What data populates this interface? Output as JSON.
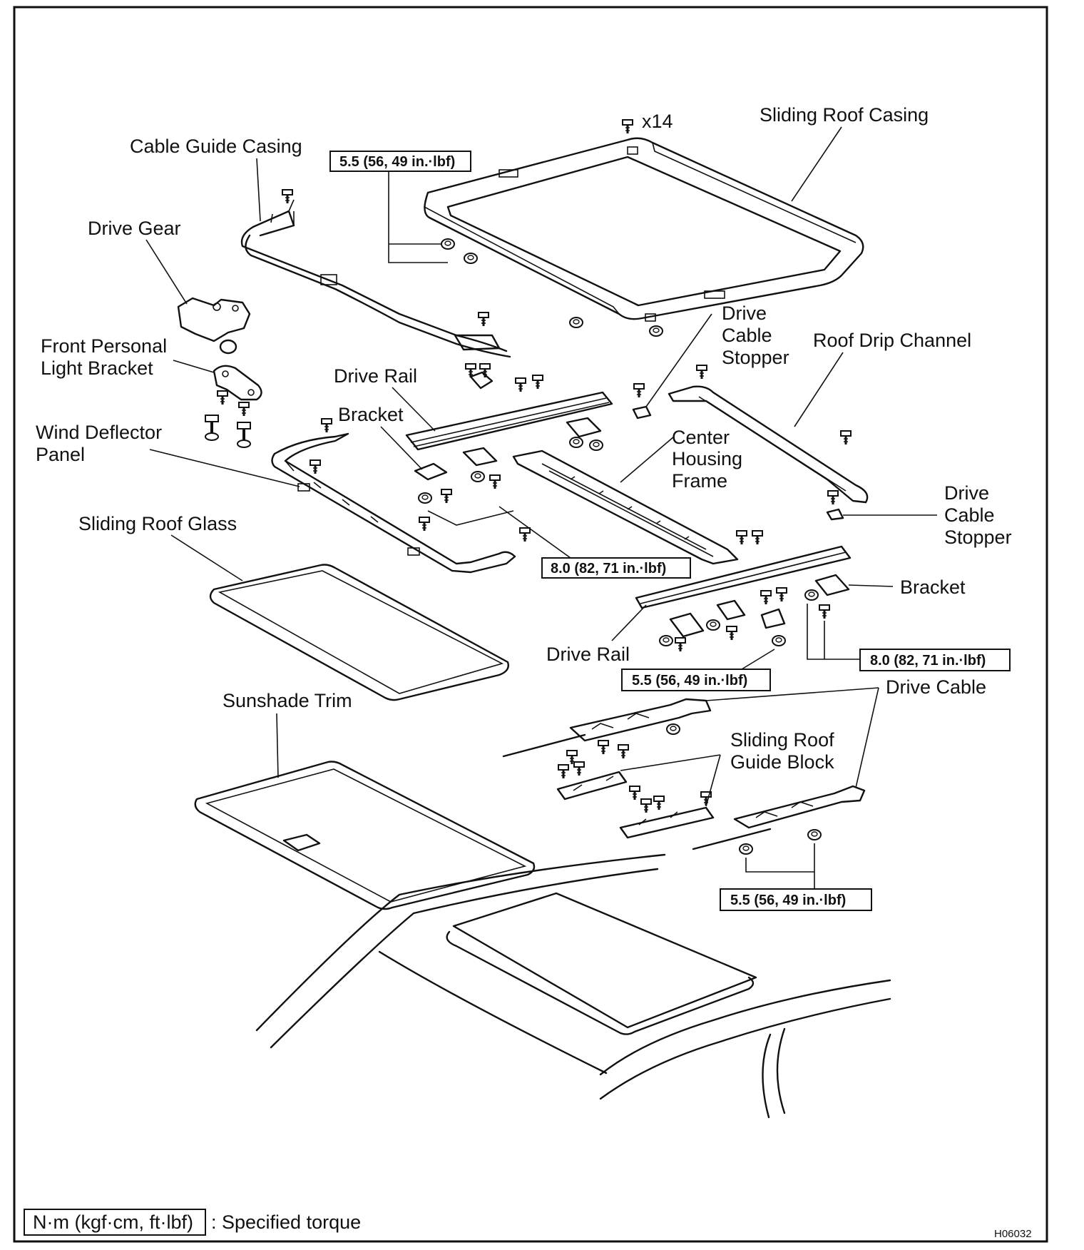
{
  "labels": {
    "cable_guide_casing": "Cable Guide Casing",
    "drive_gear": "Drive Gear",
    "front_personal_light_bracket": [
      "Front Personal",
      "Light Bracket"
    ],
    "wind_deflector_panel": [
      "Wind Deflector",
      "Panel"
    ],
    "sliding_roof_glass": "Sliding Roof Glass",
    "sunshade_trim": "Sunshade Trim",
    "sliding_roof_casing": "Sliding Roof Casing",
    "bolt_count": "x14",
    "drive_cable_stopper_upper": [
      "Drive",
      "Cable",
      "Stopper"
    ],
    "roof_drip_channel": "Roof Drip Channel",
    "drive_rail_upper": "Drive Rail",
    "bracket_upper": "Bracket",
    "center_housing_frame": [
      "Center",
      "Housing",
      "Frame"
    ],
    "drive_cable_stopper_right": [
      "Drive",
      "Cable",
      "Stopper"
    ],
    "bracket_right": "Bracket",
    "drive_rail_lower": "Drive Rail",
    "drive_cable": "Drive Cable",
    "sliding_roof_guide_block": [
      "Sliding Roof",
      "Guide Block"
    ]
  },
  "torque_specs": {
    "casing": "5.5 (56, 49 in.·lbf)",
    "center_bracket": "8.0 (82, 71 in.·lbf)",
    "right_bracket": "8.0 (82, 71 in.·lbf)",
    "lower_rail": "5.5 (56, 49 in.·lbf)",
    "cable": "5.5 (56, 49 in.·lbf)"
  },
  "legend": {
    "unit": "N·m (kgf·cm, ft·lbf)",
    "description": ": Specified torque"
  },
  "figure_code": "H06032"
}
